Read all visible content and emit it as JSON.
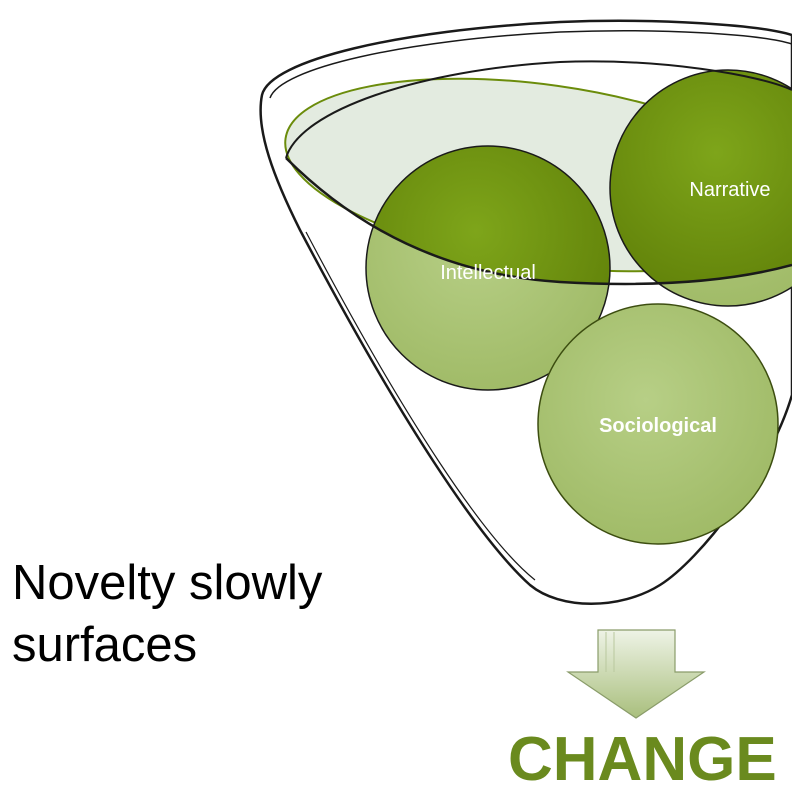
{
  "diagram": {
    "circles": [
      {
        "label": "Intellectual"
      },
      {
        "label": "Narrative"
      },
      {
        "label": "Sociological"
      }
    ]
  },
  "side_text": {
    "line1": "Novelty slowly",
    "line2": "surfaces"
  },
  "result": {
    "label": "CHANGE"
  },
  "colors": {
    "dark_green": "#6b8c0b",
    "light_green": "#a8c271",
    "funnel_rim_fill": "#e3ebe0",
    "change_text": "#6a8a1e"
  }
}
